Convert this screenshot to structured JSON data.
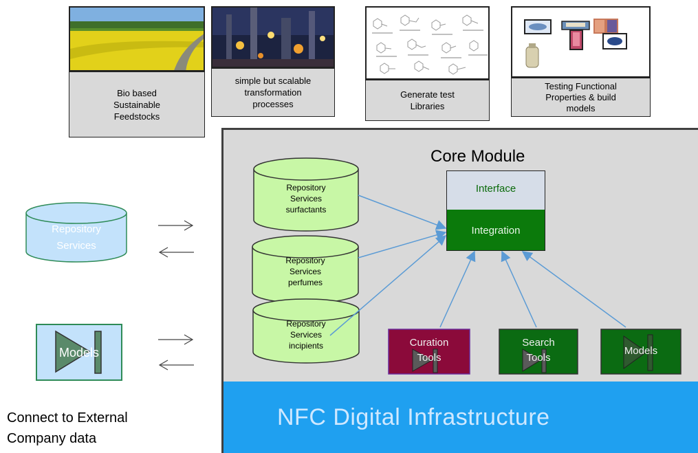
{
  "top_cards": [
    {
      "name": "feedstocks",
      "lines": [
        "Bio based",
        "Sustainable",
        "Feedstocks"
      ]
    },
    {
      "name": "transformation",
      "lines": [
        "simple but scalable",
        "transformation",
        "processes"
      ]
    },
    {
      "name": "libraries",
      "lines": [
        "Generate test",
        "Libraries"
      ]
    },
    {
      "name": "testing",
      "lines": [
        "Testing Functional",
        "Properties  & build",
        "models"
      ]
    }
  ],
  "core": {
    "title": "Core Module",
    "interface_label": "Interface",
    "integration_label": "Integration"
  },
  "repositories": [
    {
      "lines": [
        "Repository",
        "Services",
        "surfactants"
      ]
    },
    {
      "lines": [
        "Repository",
        "Services",
        "perfumes"
      ]
    },
    {
      "lines": [
        "Repository",
        "Services",
        "incipients"
      ]
    }
  ],
  "tools": [
    {
      "lines": [
        "Curation",
        "Tools"
      ]
    },
    {
      "lines": [
        "Search",
        "Tools"
      ]
    },
    {
      "lines": [
        "Models"
      ]
    }
  ],
  "external": {
    "repository_lines": [
      "Repository",
      "Services"
    ],
    "models_label": "Models",
    "connect_lines": [
      "Connect to External",
      "Company data"
    ]
  },
  "infrastructure_label": "NFC Digital Infrastructure",
  "colors": {
    "core_panel": "#d9d9d9",
    "infrastructure": "#1fa0f0",
    "cylinder_fill": "#c8f7a6",
    "integration": "#0b7a0b",
    "curation": "#8b0a3a",
    "tool_green": "#0b6b12",
    "arrow": "#5b9bd5"
  }
}
